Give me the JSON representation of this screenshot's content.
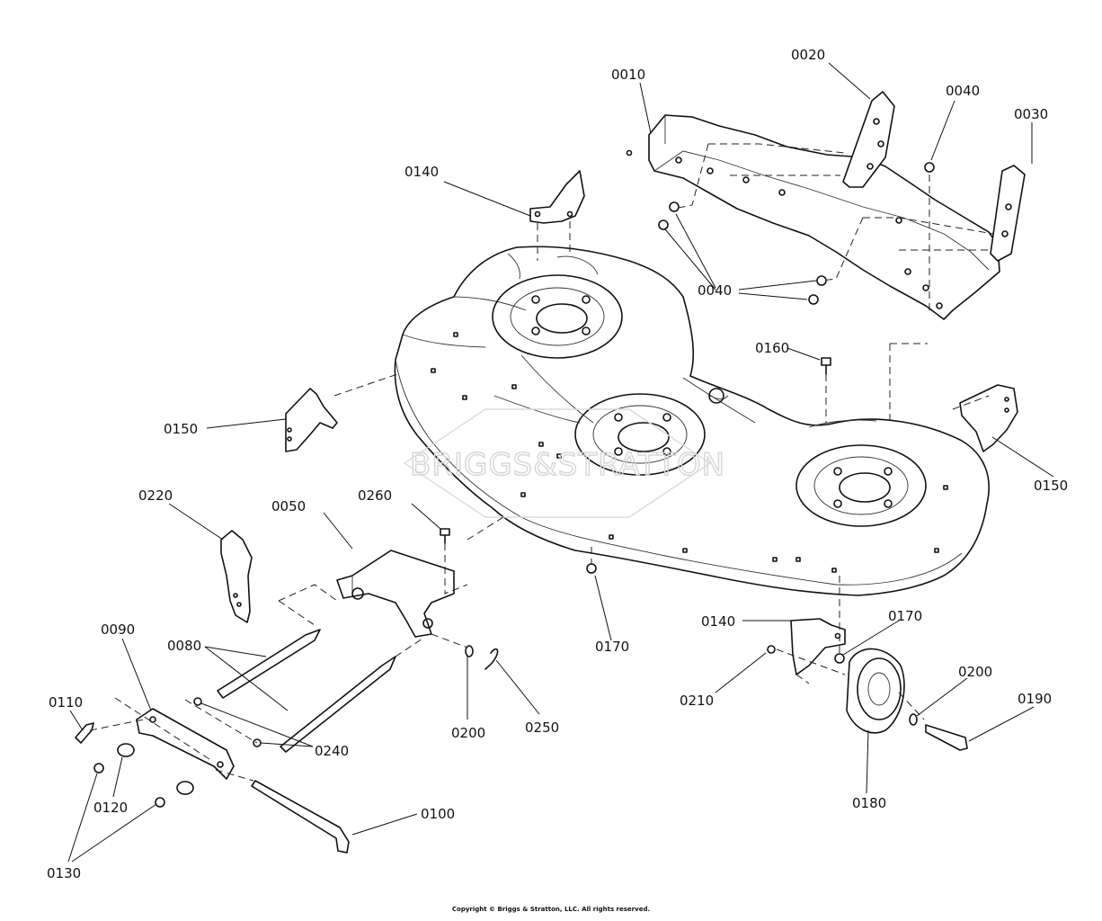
{
  "callouts": {
    "c0010": "0010",
    "c0020": "0020",
    "c0030": "0030",
    "c0040a": "0040",
    "c0040b": "0040",
    "c0050": "0050",
    "c0080": "0080",
    "c0090": "0090",
    "c0100": "0100",
    "c0110": "0110",
    "c0120": "0120",
    "c0130": "0130",
    "c0140a": "0140",
    "c0140b": "0140",
    "c0150a": "0150",
    "c0150b": "0150",
    "c0160": "0160",
    "c0170a": "0170",
    "c0170b": "0170",
    "c0180": "0180",
    "c0190": "0190",
    "c0200a": "0200",
    "c0200b": "0200",
    "c0210": "0210",
    "c0220": "0220",
    "c0240": "0240",
    "c0250": "0250",
    "c0260": "0260"
  },
  "watermark": "BRIGGS&STRATTON",
  "copyright": "Copyright © Briggs & Stratton, LLC. All rights reserved."
}
